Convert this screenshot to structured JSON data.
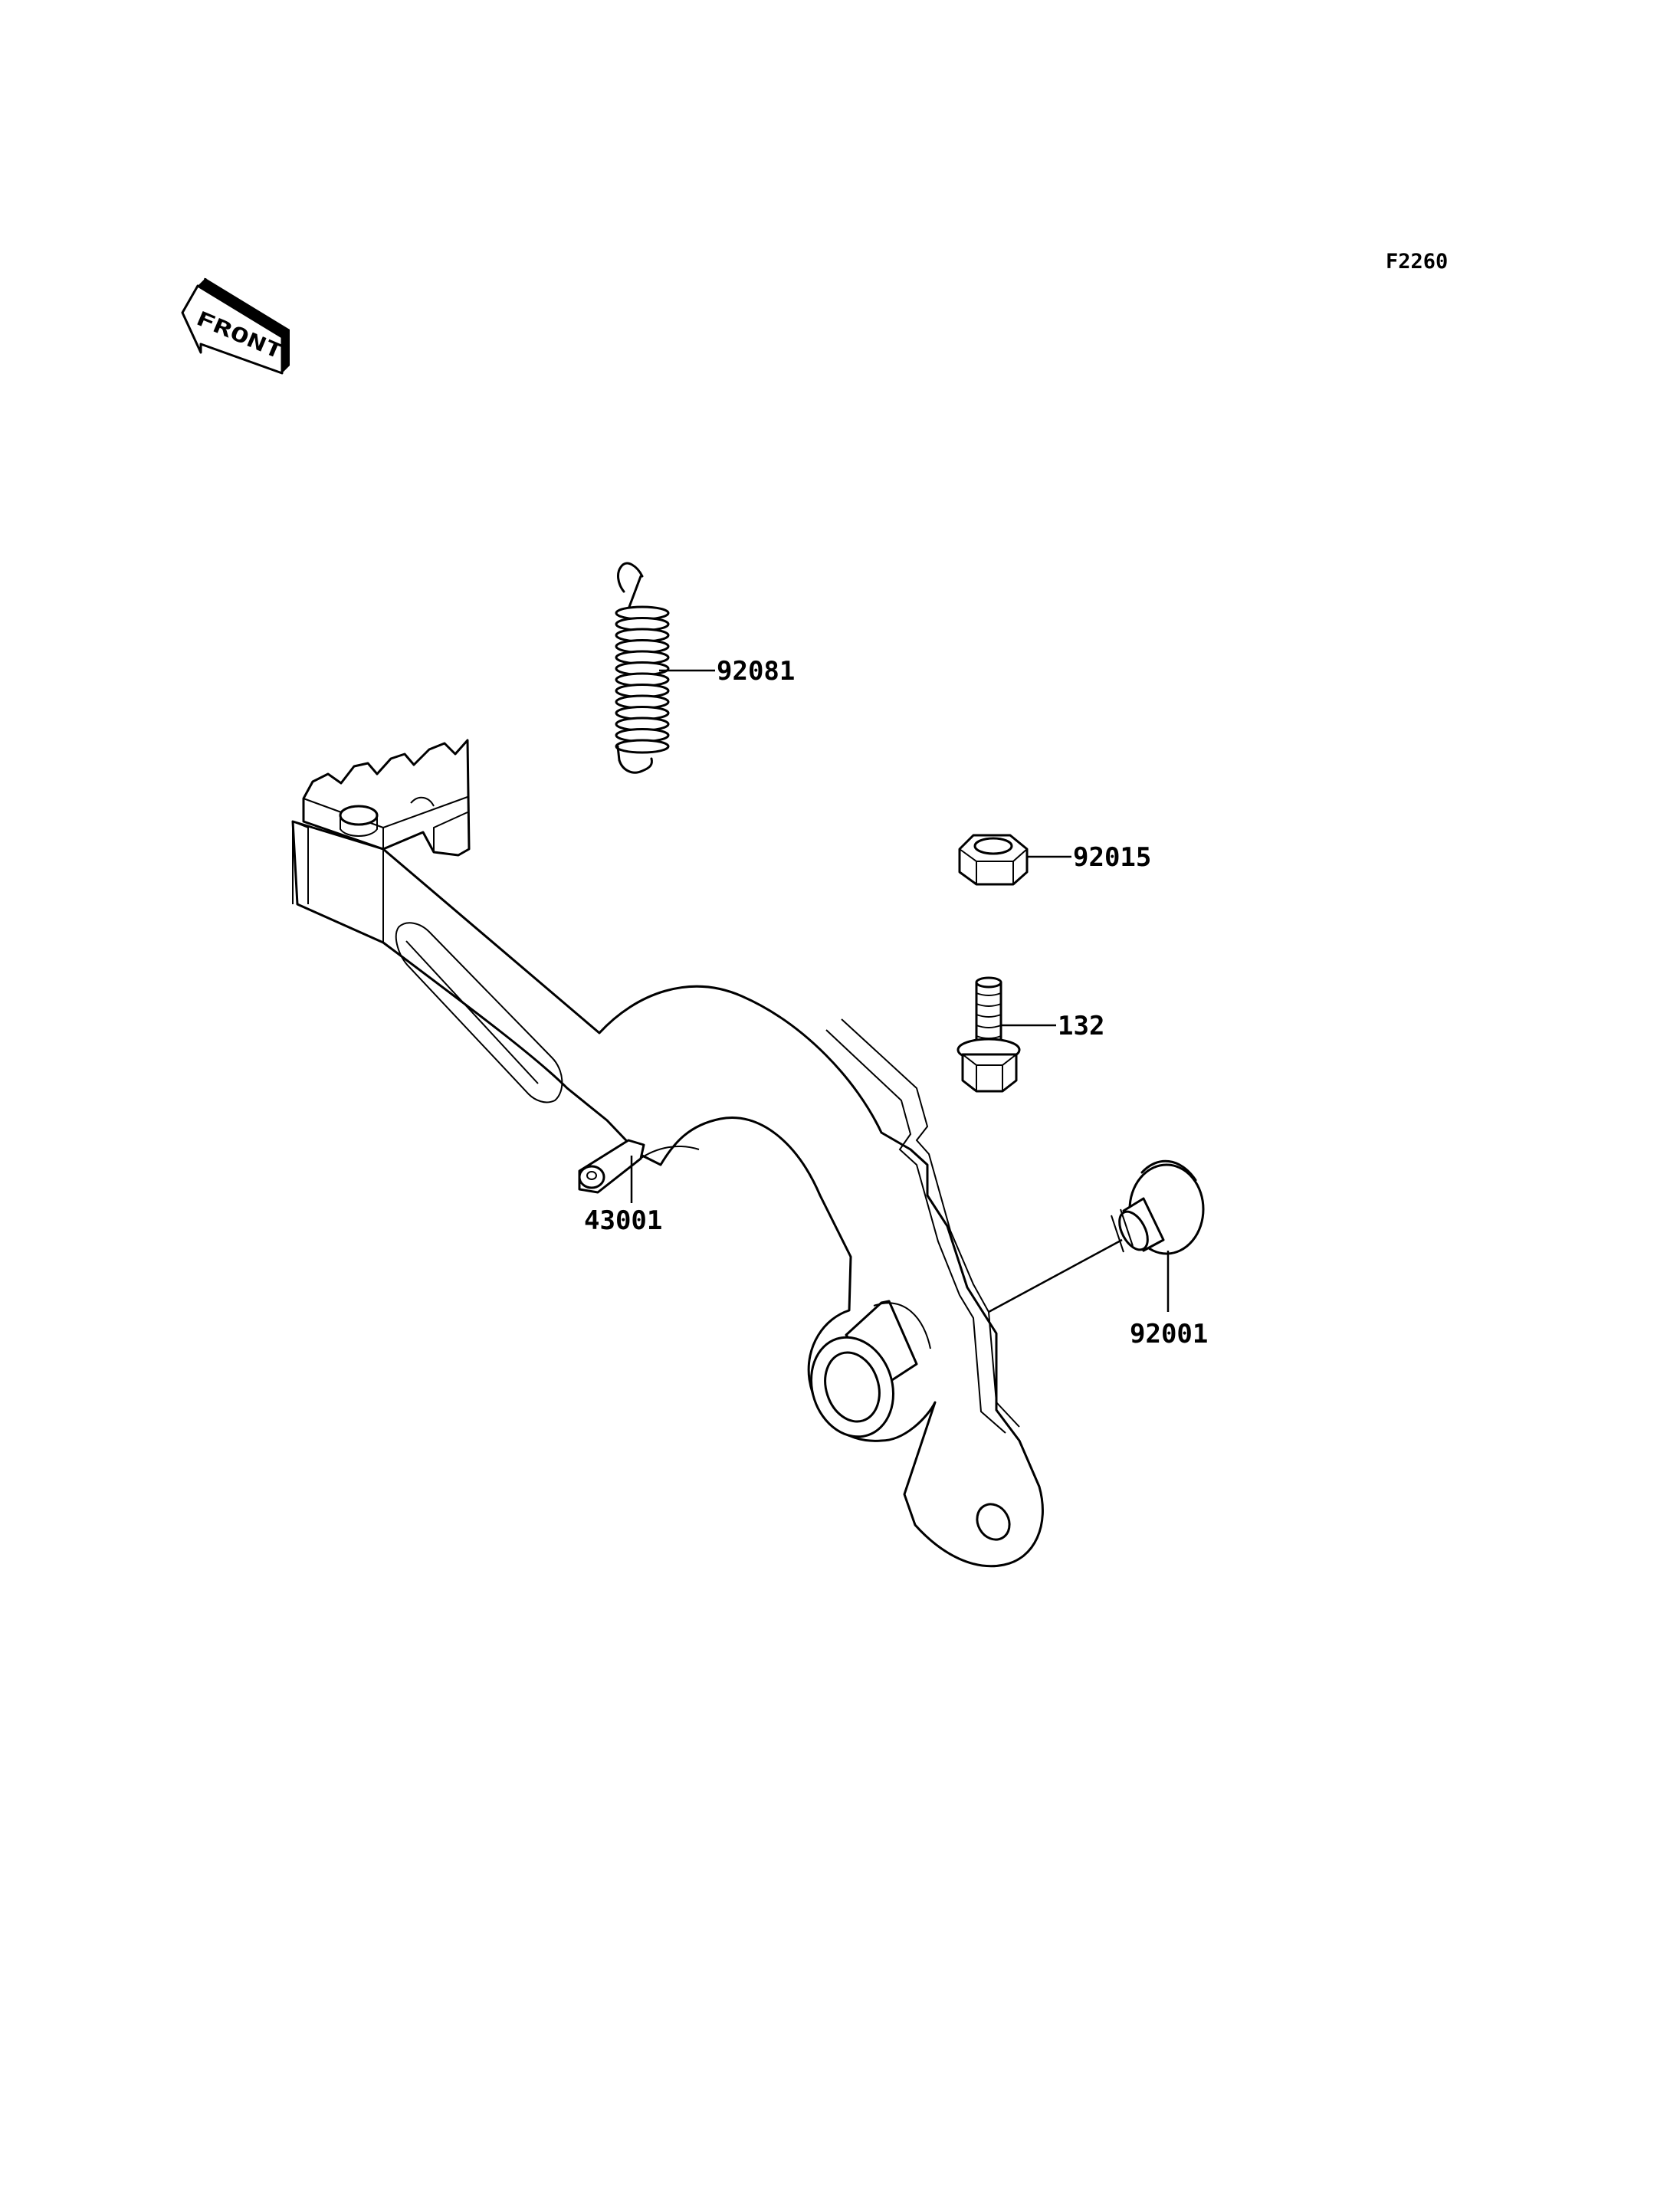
{
  "figure_code": "F2260",
  "front_label": "FRONT",
  "parts": [
    {
      "number": "92081",
      "name": "spring"
    },
    {
      "number": "92015",
      "name": "nut"
    },
    {
      "number": "132",
      "name": "bolt"
    },
    {
      "number": "43001",
      "name": "brake-pedal"
    },
    {
      "number": "92001",
      "name": "pin"
    }
  ]
}
